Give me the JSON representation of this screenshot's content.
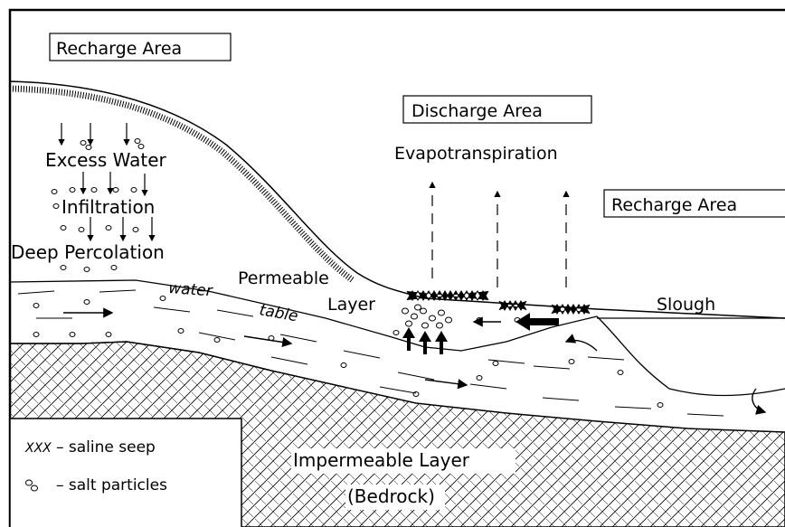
{
  "labels": {
    "recharge_left": "Recharge Area",
    "discharge": "Discharge Area",
    "recharge_right": "Recharge Area",
    "evapotranspiration": "Evapotranspiration",
    "excess_water": "Excess Water",
    "infiltration": "Infiltration",
    "deep_percolation": "Deep Percolation",
    "permeable": "Permeable",
    "layer": "Layer",
    "water": "water",
    "table": "table",
    "slough": "Slough",
    "impermeable": "Impermeable Layer",
    "bedrock": "(Bedrock)"
  },
  "legend": {
    "seep_symbol": "XXX",
    "seep_text": "– saline seep",
    "salt_text": "– salt particles"
  },
  "colors": {
    "ink": "#000000",
    "paper": "#ffffff"
  },
  "icons": [
    "saline-seep-icon",
    "salt-particles-icon",
    "down-arrow-icon",
    "up-arrow-icon",
    "flow-arrow-icon"
  ]
}
